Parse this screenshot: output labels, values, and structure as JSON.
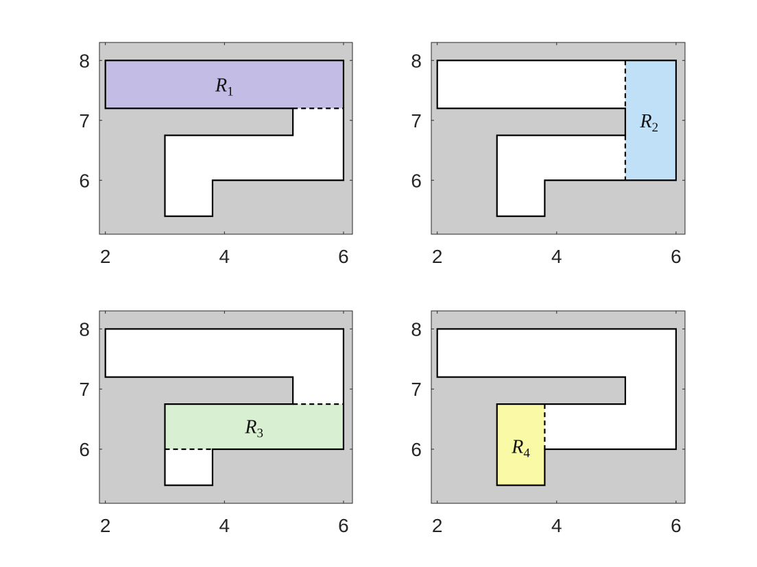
{
  "figure": {
    "layout": "2x2",
    "xlim": [
      1.9,
      6.15
    ],
    "ylim": [
      5.1,
      8.3
    ],
    "xticks": [
      2,
      4,
      6
    ],
    "yticks": [
      6,
      7,
      8
    ],
    "colors": {
      "background": "#cccccc",
      "free_space": "#ffffff",
      "outline": "#000000",
      "R1": "#c3bde6",
      "R2": "#bfe0f7",
      "R3": "#d8efd2",
      "R4": "#fafaa6"
    },
    "corridor": [
      [
        2,
        8
      ],
      [
        6,
        8
      ],
      [
        6,
        6
      ],
      [
        3.8,
        6
      ],
      [
        3.8,
        5.4
      ],
      [
        3,
        5.4
      ],
      [
        3,
        6.75
      ],
      [
        5.15,
        6.75
      ],
      [
        5.15,
        7.2
      ],
      [
        2,
        7.2
      ]
    ],
    "panels": [
      {
        "name": "R",
        "subscript": "1",
        "color": "#c3bde6",
        "rect": [
          2,
          7.2,
          6,
          8
        ],
        "dashed": [
          [
            [
              5.15,
              7.2
            ],
            [
              6,
              7.2
            ]
          ]
        ],
        "label_pos": [
          4.0,
          7.6
        ]
      },
      {
        "name": "R",
        "subscript": "2",
        "color": "#bfe0f7",
        "rect": [
          5.15,
          6,
          6,
          8
        ],
        "dashed": [
          [
            [
              5.15,
              8
            ],
            [
              5.15,
              7.2
            ]
          ],
          [
            [
              5.15,
              6.75
            ],
            [
              5.15,
              6
            ]
          ]
        ],
        "label_pos": [
          5.55,
          7.0
        ]
      },
      {
        "name": "R",
        "subscript": "3",
        "color": "#d8efd2",
        "rect": [
          3,
          6,
          6,
          6.75
        ],
        "dashed": [
          [
            [
              5.15,
              6.75
            ],
            [
              6,
              6.75
            ]
          ],
          [
            [
              3,
              6
            ],
            [
              3.8,
              6
            ]
          ]
        ],
        "label_pos": [
          4.5,
          6.38
        ]
      },
      {
        "name": "R",
        "subscript": "4",
        "color": "#fafaa6",
        "rect": [
          3,
          5.4,
          3.8,
          6.75
        ],
        "dashed": [
          [
            [
              3.8,
              6.75
            ],
            [
              3.8,
              6
            ]
          ]
        ],
        "label_pos": [
          3.4,
          6.05
        ]
      }
    ]
  }
}
